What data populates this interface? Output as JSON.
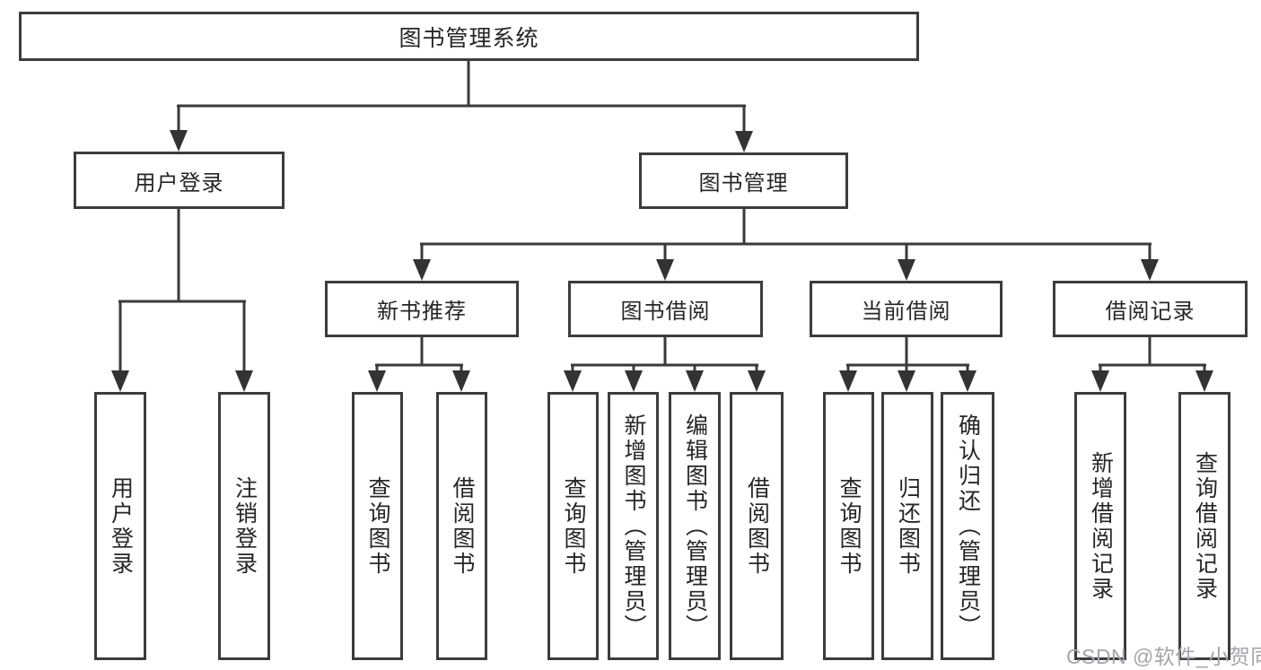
{
  "tree": {
    "label": "图书管理系统",
    "children": [
      {
        "label": "用户登录",
        "children": [
          {
            "label": "用户登录"
          },
          {
            "label": "注销登录"
          }
        ]
      },
      {
        "label": "图书管理",
        "children": [
          {
            "label": "新书推荐",
            "children": [
              {
                "label": "查询图书"
              },
              {
                "label": "借阅图书"
              }
            ]
          },
          {
            "label": "图书借阅",
            "children": [
              {
                "label": "查询图书"
              },
              {
                "label": "新增图书（管理员）"
              },
              {
                "label": "编辑图书（管理员）"
              },
              {
                "label": "借阅图书"
              }
            ]
          },
          {
            "label": "当前借阅",
            "children": [
              {
                "label": "查询图书"
              },
              {
                "label": "归还图书"
              },
              {
                "label": "确认归还（管理员）"
              }
            ]
          },
          {
            "label": "借阅记录",
            "children": [
              {
                "label": "新增借阅记录"
              },
              {
                "label": "查询借阅记录"
              }
            ]
          }
        ]
      }
    ]
  },
  "watermark": {
    "text": "CSDN @软件_小贺同学"
  },
  "colors": {
    "line": "#3a3a3a",
    "text": "#262626",
    "background": "#ffffff",
    "watermark": "#a4a4ac"
  }
}
